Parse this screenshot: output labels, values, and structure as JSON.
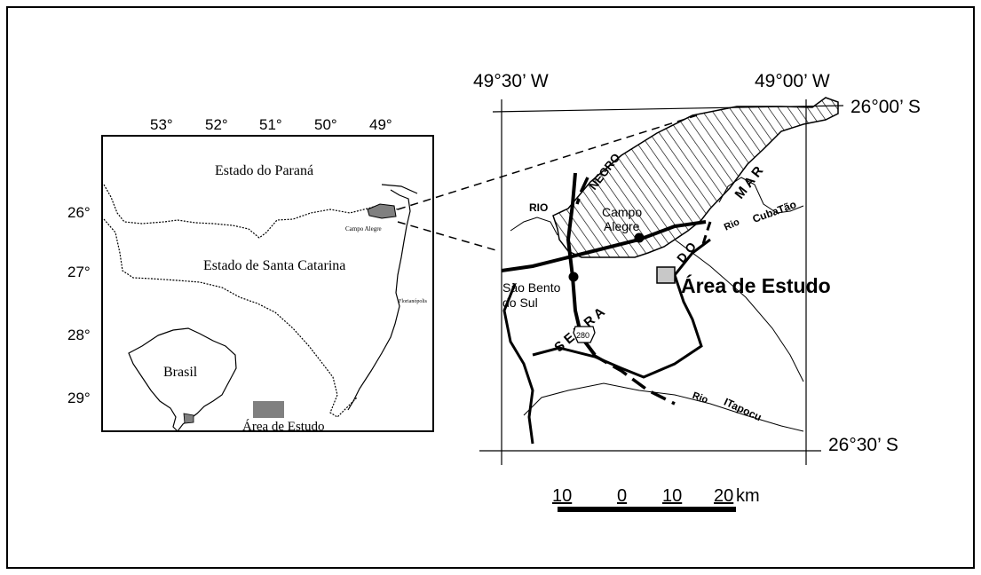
{
  "inset_map": {
    "longitude_ticks": [
      "53°",
      "52°",
      "51°",
      "50°",
      "49°"
    ],
    "latitude_ticks": [
      "26°",
      "27°",
      "28°",
      "29°"
    ],
    "label_parana": "Estado do Paraná",
    "label_santa_catarina": "Estado de Santa Catarina",
    "label_campo_alegre": "Campo Alegre",
    "label_florianopolis": "Florianópolis",
    "label_brasil": "Brasil",
    "legend_label": "Área de Estudo"
  },
  "detail_map": {
    "coord_lon_left": "49°30’ W",
    "coord_lon_right": "49°00’ W",
    "coord_lat_top": "26°00’ S",
    "coord_lat_bottom": "26°30’ S",
    "label_rio_negro_1": "RIO",
    "label_rio_negro_2": "NEGRO",
    "label_campo_alegre_1": "Campo",
    "label_campo_alegre_2": "Alegre",
    "label_sao_bento_1": "São Bento",
    "label_sao_bento_2": "do Sul",
    "label_serra": "S E R R A",
    "label_do": "D O",
    "label_mar": "M A R",
    "label_rio_cubatao_1": "Rio",
    "label_rio_cubatao_2": "CubaTão",
    "label_rio_itapocu_1": "Rio",
    "label_rio_itapocu_2": "ITapocu",
    "label_highway": "280",
    "label_study_area": "Área de Estudo"
  },
  "scale_bar": {
    "ticks": [
      "10",
      "0",
      "10",
      "20"
    ],
    "unit": "km"
  },
  "colors": {
    "ink": "#000000",
    "study_area_fill": "#c8c8c8",
    "inset_area_fill": "#808080"
  }
}
